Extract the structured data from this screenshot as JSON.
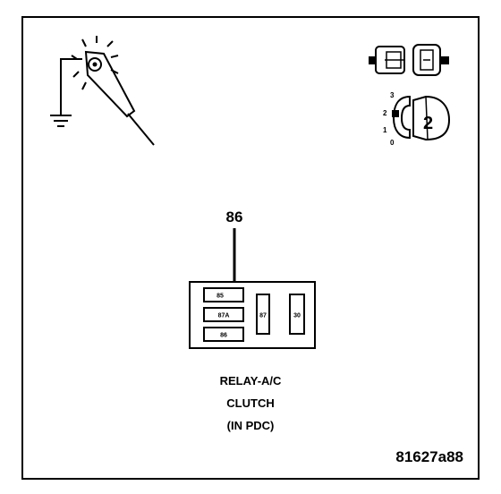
{
  "diagram": {
    "pointer_label": "86",
    "relay_pins": {
      "pin_85": "85",
      "pin_87a": "87A",
      "pin_86": "86",
      "pin_87": "87",
      "pin_30": "30"
    },
    "ignition_positions": [
      "3",
      "2",
      "1",
      "0"
    ],
    "ignition_key_position": "2",
    "caption_lines": [
      "RELAY-A/C",
      "CLUTCH",
      "(IN PDC)"
    ],
    "figure_id": "81627a88"
  }
}
